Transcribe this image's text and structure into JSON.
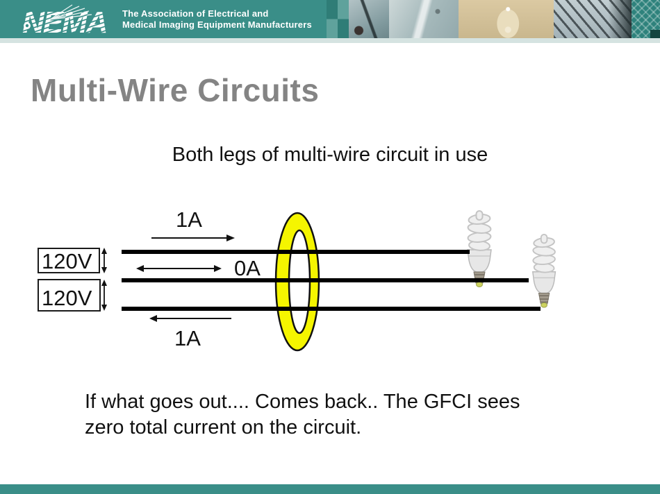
{
  "header": {
    "logo_text": "NEMA",
    "association_line1": "The Association of Electrical and",
    "association_line2": "Medical Imaging Equipment Manufacturers",
    "teal_color": "#3A8E88",
    "light_strip_color": "#D5E3E1"
  },
  "slide": {
    "title": "Multi-Wire Circuits",
    "subtitle": "Both legs of multi-wire circuit in use",
    "caption_line1": "If what goes out.... Comes back.. The GFCI sees",
    "caption_line2": "zero total current on the circuit."
  },
  "diagram": {
    "voltage_top": "120V",
    "voltage_bottom": "120V",
    "current_top": "1A",
    "current_middle": "0A",
    "current_bottom": "1A",
    "ring_color": "#F5F500",
    "wire_color": "#000000"
  }
}
